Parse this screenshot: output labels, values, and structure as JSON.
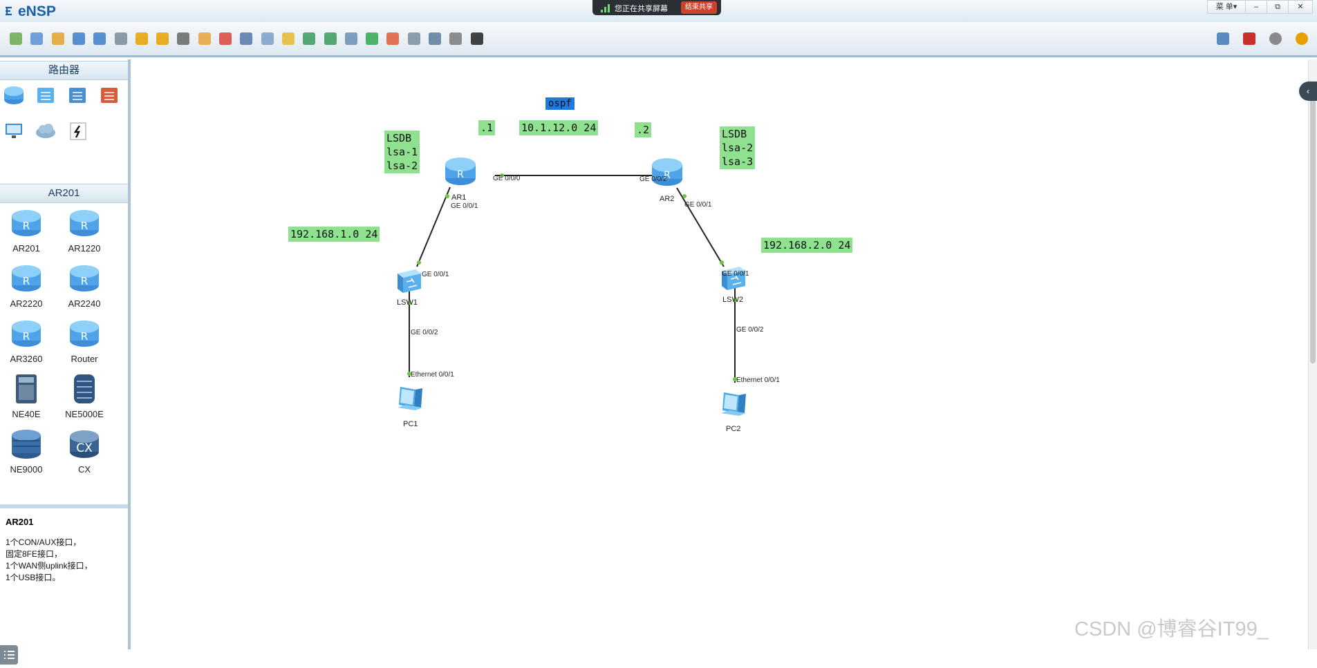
{
  "app": {
    "title": "eNSP"
  },
  "share": {
    "status_text": "您正在共享屏幕",
    "stop_label": "结束共享"
  },
  "window_controls": {
    "menu_label": "菜 单▾",
    "minimize": "–",
    "restore": "⧉",
    "close": "✕"
  },
  "toolbar": {
    "icons": [
      "new-topology-icon",
      "new-file-icon",
      "open-icon",
      "save-icon",
      "save-as-icon",
      "print-icon",
      "undo-icon",
      "redo-icon",
      "select-icon",
      "pan-hand-icon",
      "delete-icon",
      "delete-link-icon",
      "text-icon",
      "label-icon",
      "zoom-in-icon",
      "zoom-out-icon",
      "fit-icon",
      "start-icon",
      "stop-icon",
      "capture-icon",
      "topology-icon",
      "frame-icon",
      "terminal-icon"
    ],
    "right_icons": [
      "chat-icon",
      "huawei-icon",
      "settings-icon",
      "help-icon"
    ]
  },
  "left_panel": {
    "category_title": "路由器",
    "category_icons": [
      "router-icon",
      "switch-icon",
      "wlan-icon",
      "firewall-icon",
      "pc-icon",
      "cloud-icon",
      "link-icon"
    ],
    "section_title": "AR201",
    "devices": [
      {
        "name": "AR201"
      },
      {
        "name": "AR1220"
      },
      {
        "name": "AR2220"
      },
      {
        "name": "AR2240"
      },
      {
        "name": "AR3260"
      },
      {
        "name": "Router"
      },
      {
        "name": "NE40E"
      },
      {
        "name": "NE5000E"
      },
      {
        "name": "NE9000"
      },
      {
        "name": "CX"
      }
    ],
    "description": {
      "title": "AR201",
      "lines": [
        "1个CON/AUX接口，",
        "固定8FE接口，",
        "1个WAN侧uplink接口，",
        "1个USB接口。"
      ]
    }
  },
  "topology": {
    "protocol_label": "ospf",
    "network_ar": "10.1.12.0 24",
    "ar1_addr": ".1",
    "ar2_addr": ".2",
    "lsdb_ar1": "LSDB\nlsa-1\nlsa-2",
    "lsdb_ar2": "LSDB\nlsa-2\nlsa-3",
    "net_lsw1": "192.168.1.0 24",
    "net_lsw2": "192.168.2.0 24",
    "devices": {
      "ar1": "AR1",
      "ar2": "AR2",
      "lsw1": "LSW1",
      "lsw2": "LSW2",
      "pc1": "PC1",
      "pc2": "PC2"
    },
    "ports": {
      "ar1_g000": "GE 0/0/0",
      "ar2_g002": "GE 0/0/2",
      "ar1_g001": "GE 0/0/1",
      "ar2_g001": "GE 0/0/1",
      "lsw1_g001": "GE 0/0/1",
      "lsw2_g001": "GE 0/0/1",
      "lsw1_g002": "GE 0/0/2",
      "lsw2_g002": "GE 0/0/2",
      "pc1_eth": "Ethernet 0/0/1",
      "pc2_eth": "Ethernet 0/0/1"
    }
  },
  "watermark": "CSDN @博睿谷IT99_",
  "colors": {
    "accent": "#1a5fa8",
    "label_green": "#8fe08f",
    "label_blue": "#1f7ae0",
    "panel_border": "#a9c4d9"
  }
}
